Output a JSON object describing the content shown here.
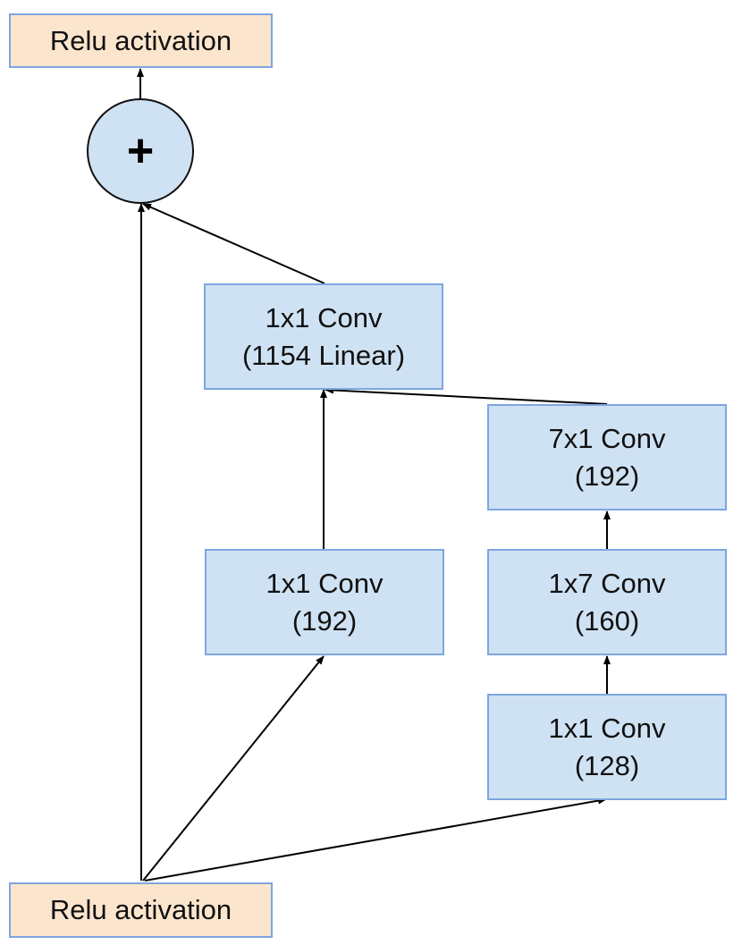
{
  "nodes": {
    "relu_top": {
      "label": "Relu activation"
    },
    "add": {
      "symbol": "+"
    },
    "conv_linear": {
      "line1": "1x1 Conv",
      "line2": "(1154 Linear)"
    },
    "conv_left": {
      "line1": "1x1 Conv",
      "line2": "(192)"
    },
    "conv_7x1": {
      "line1": "7x1 Conv",
      "line2": "(192)"
    },
    "conv_1x7": {
      "line1": "1x7 Conv",
      "line2": "(160)"
    },
    "conv_128": {
      "line1": "1x1 Conv",
      "line2": "(128)"
    },
    "relu_bottom": {
      "label": "Relu activation"
    }
  },
  "edges": [
    {
      "from": "relu_bottom",
      "to": "add"
    },
    {
      "from": "relu_bottom",
      "to": "conv_left"
    },
    {
      "from": "relu_bottom",
      "to": "conv_128"
    },
    {
      "from": "conv_left",
      "to": "conv_linear"
    },
    {
      "from": "conv_128",
      "to": "conv_1x7"
    },
    {
      "from": "conv_1x7",
      "to": "conv_7x1"
    },
    {
      "from": "conv_7x1",
      "to": "conv_linear"
    },
    {
      "from": "conv_linear",
      "to": "add"
    },
    {
      "from": "add",
      "to": "relu_top"
    }
  ],
  "colors": {
    "relu_fill": "#fce5cd",
    "conv_fill": "#cfe2f3",
    "box_border": "#7ea6e0",
    "arrow": "#000000"
  }
}
